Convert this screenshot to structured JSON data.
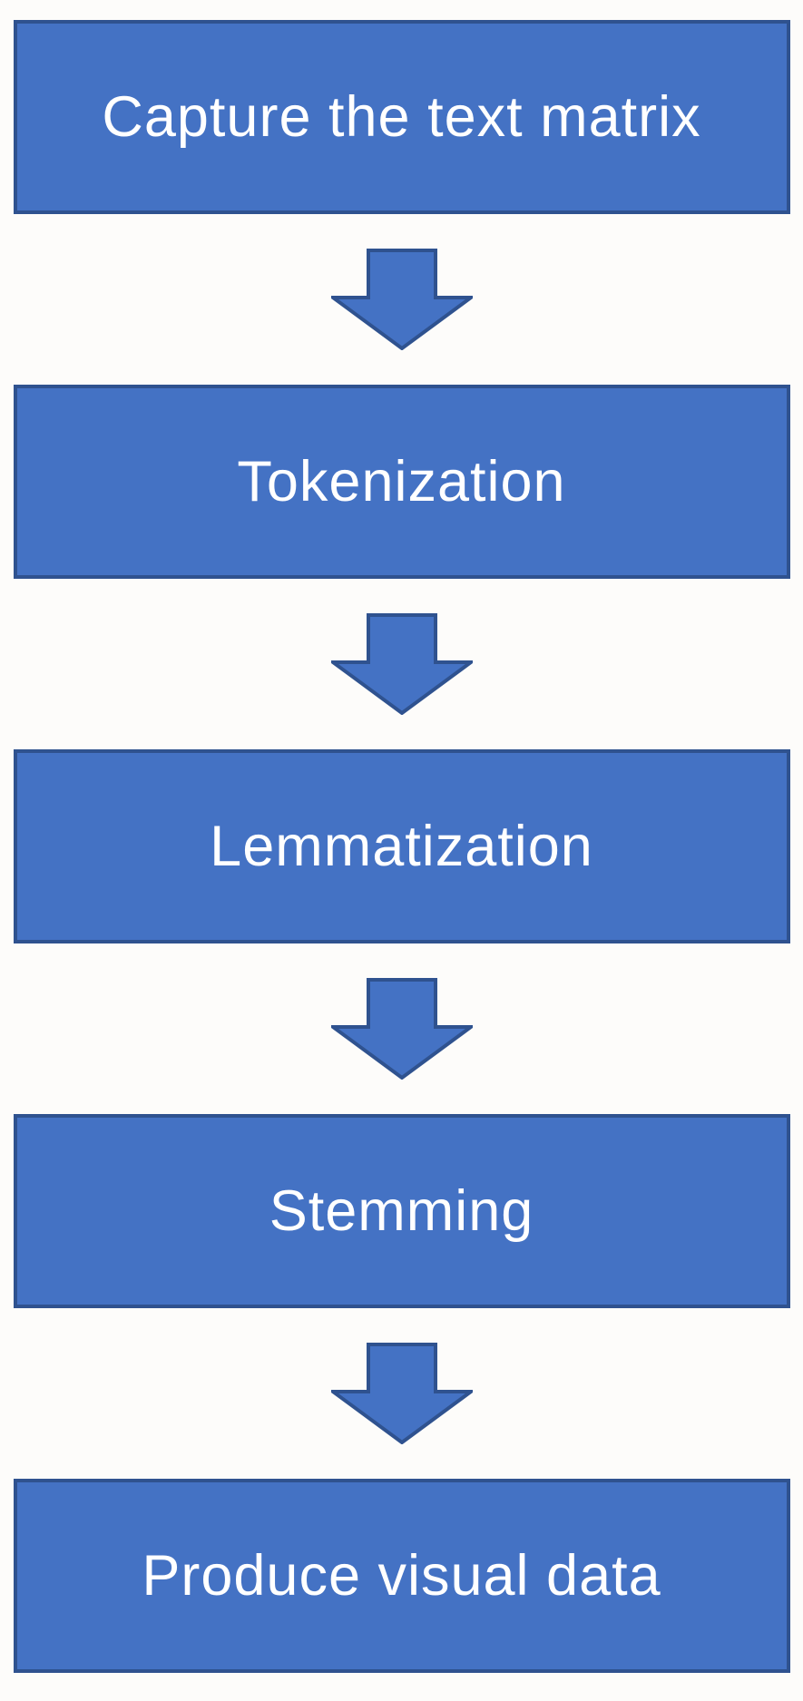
{
  "diagram": {
    "type": "flowchart",
    "direction": "top-down",
    "connector": "down-block-arrow",
    "steps": [
      {
        "label": "Capture the text matrix"
      },
      {
        "label": "Tokenization"
      },
      {
        "label": "Lemmatization"
      },
      {
        "label": "Stemming"
      },
      {
        "label": "Produce visual data"
      }
    ]
  },
  "colors": {
    "box_fill": "#4472c4",
    "box_border": "#2f528f",
    "arrow_fill": "#4472c4",
    "arrow_border": "#2f528f",
    "text": "#ffffff",
    "background": "#fdfcfa"
  }
}
